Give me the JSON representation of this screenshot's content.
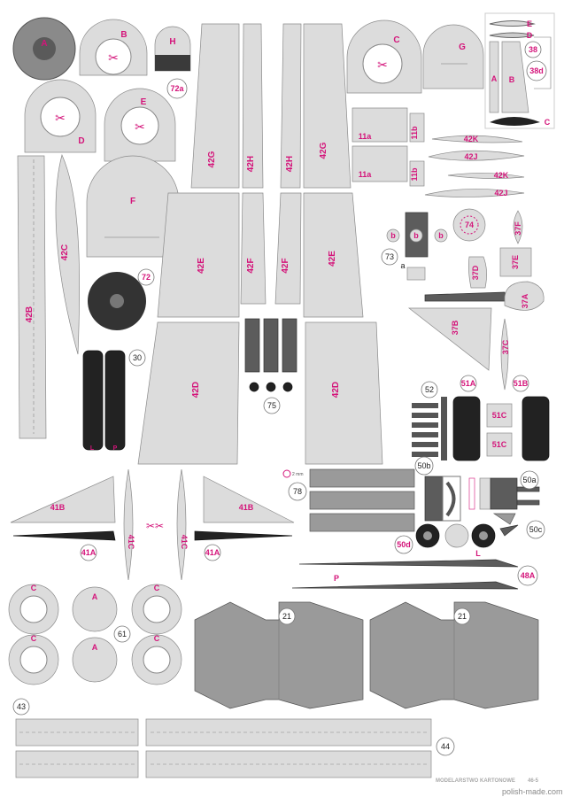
{
  "sheet": {
    "footer_brand": "MODELARSTWO KARTONOWE",
    "footer_code": "46-5",
    "footer_url": "polish-made.com",
    "accent_color": "#d4147a",
    "part_fill": "#dcdcdc"
  },
  "parts": {
    "A": "A",
    "B": "B",
    "H": "H",
    "p72a": "72a",
    "D": "D",
    "E": "E",
    "F": "F",
    "p72": "72",
    "p42C": "42C",
    "p42B": "42B",
    "p30": "30",
    "L": "L",
    "P": "P",
    "p42G": "42G",
    "p42H": "42H",
    "p42E": "42E",
    "p42F": "42F",
    "p42D": "42D",
    "p75": "75",
    "C": "C",
    "G": "G",
    "p11a": "11a",
    "p11b": "11b",
    "p42K": "42K",
    "p42J": "42J",
    "p74": "74",
    "p37F": "37F",
    "p73": "73",
    "a": "a",
    "b": "b",
    "p37D": "37D",
    "p37E": "37E",
    "p37A": "37A",
    "p37B": "37B",
    "p37C": "37C",
    "p52": "52",
    "p51A": "51A",
    "p51B": "51B",
    "p51C": "51C",
    "p50a": "50a",
    "p50b": "50b",
    "p50c": "50c",
    "p50d": "50d",
    "p48A": "48A",
    "p78": "78",
    "mm2": "2 mm",
    "p41A": "41A",
    "p41B": "41B",
    "p41C": "41C",
    "p61": "61",
    "p21": "21",
    "p43": "43",
    "p44": "44",
    "p38": "38",
    "p38d": "38d"
  }
}
